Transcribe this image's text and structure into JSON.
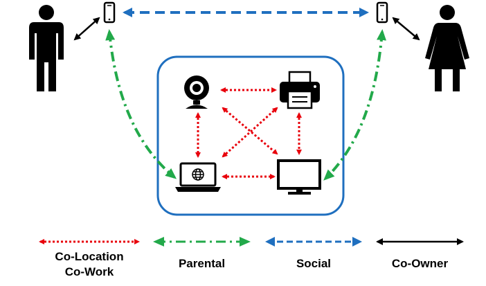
{
  "colors": {
    "co_location": "#e8000b",
    "parental": "#22a94a",
    "social": "#1f6fbf",
    "co_owner": "#000000",
    "home_border": "#1f6fbf"
  },
  "icons": {
    "person_left": "man-icon",
    "person_right": "woman-icon",
    "phone_left": "smartphone-icon",
    "phone_right": "smartphone-icon",
    "webcam": "webcam-icon",
    "printer": "printer-icon",
    "laptop": "laptop-icon",
    "monitor": "monitor-icon"
  },
  "legend": {
    "co_location": {
      "line1": "Co-Location",
      "line2": "Co-Work"
    },
    "parental": {
      "label": "Parental"
    },
    "social": {
      "label": "Social"
    },
    "co_owner": {
      "label": "Co-Owner"
    }
  }
}
